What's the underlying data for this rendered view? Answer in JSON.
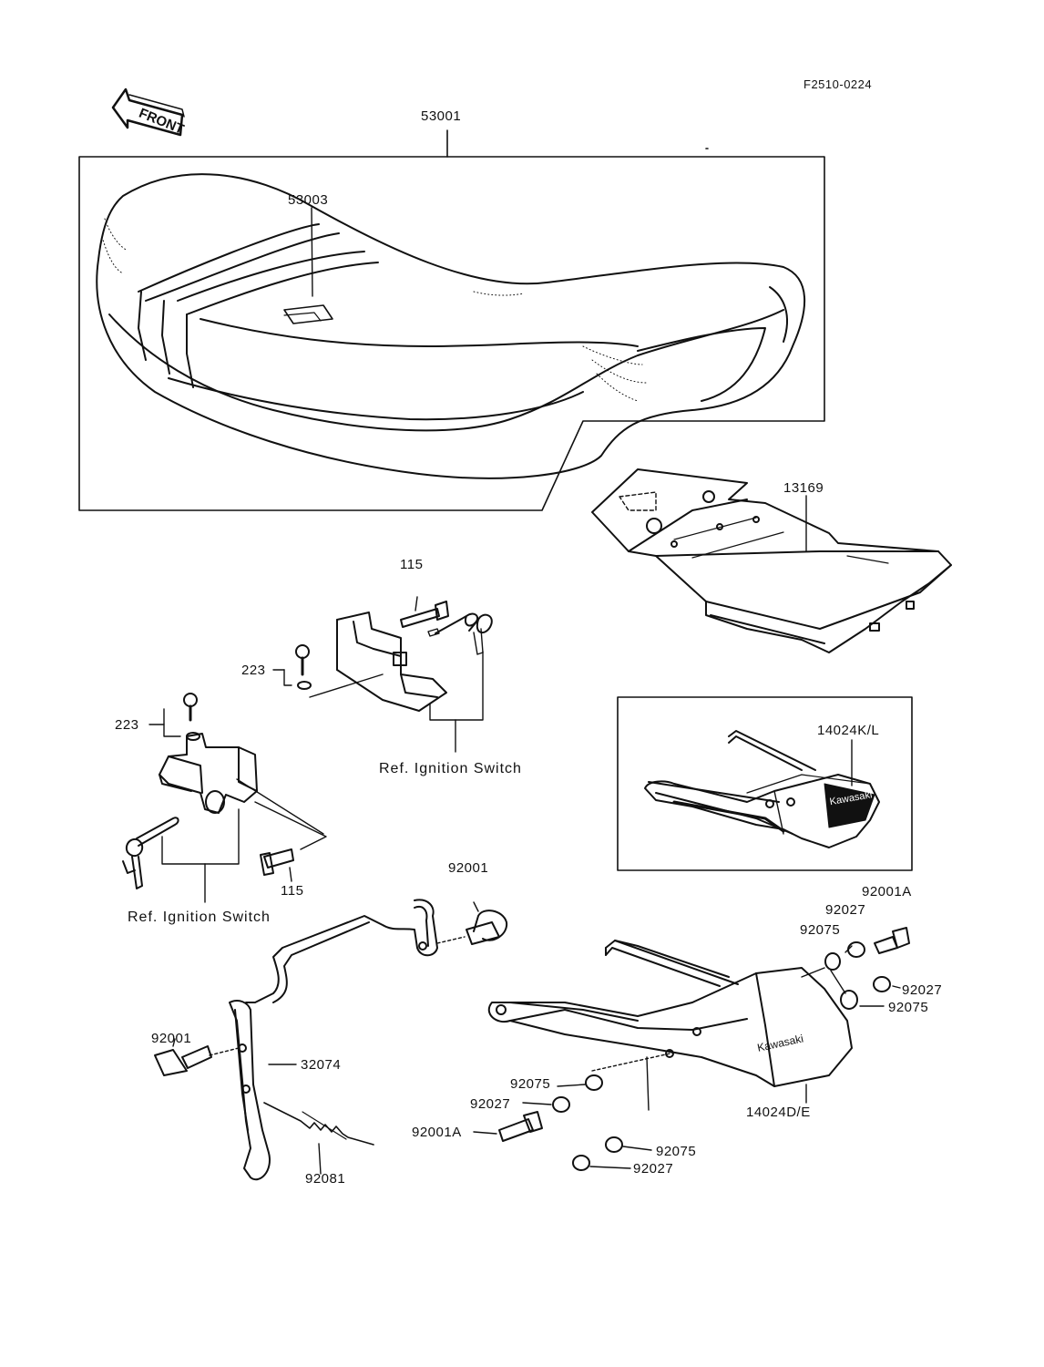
{
  "figure_code": "F2510-0224",
  "front_arrow_text": "FRONT",
  "seat_brand_text": "",
  "grab_rail_upper_text": "Kawasaki",
  "grab_rail_lower_text": "Kawasaki",
  "labels": {
    "p53001": "53001",
    "p53003": "53003",
    "p13169": "13169",
    "p115_top": "115",
    "p223_top": "223",
    "p223_left": "223",
    "ref_ignition_top": "Ref. Ignition Switch",
    "ref_ignition_bottom": "Ref. Ignition Switch",
    "p115_bottom": "115",
    "p14024kl": "14024K/L",
    "p92001_top": "92001",
    "p92001a_right": "92001A",
    "p92027_right_top": "92027",
    "p92075_right_top": "92075",
    "p92027_right_mid": "92027",
    "p92075_right_mid": "92075",
    "p92001_left": "92001",
    "p32074": "32074",
    "p92075_center": "92075",
    "p92027_center": "92027",
    "p92001a_center": "92001A",
    "p92075_bottom": "92075",
    "p92027_bottom": "92027",
    "p14024de": "14024D/E",
    "p92081": "92081"
  }
}
